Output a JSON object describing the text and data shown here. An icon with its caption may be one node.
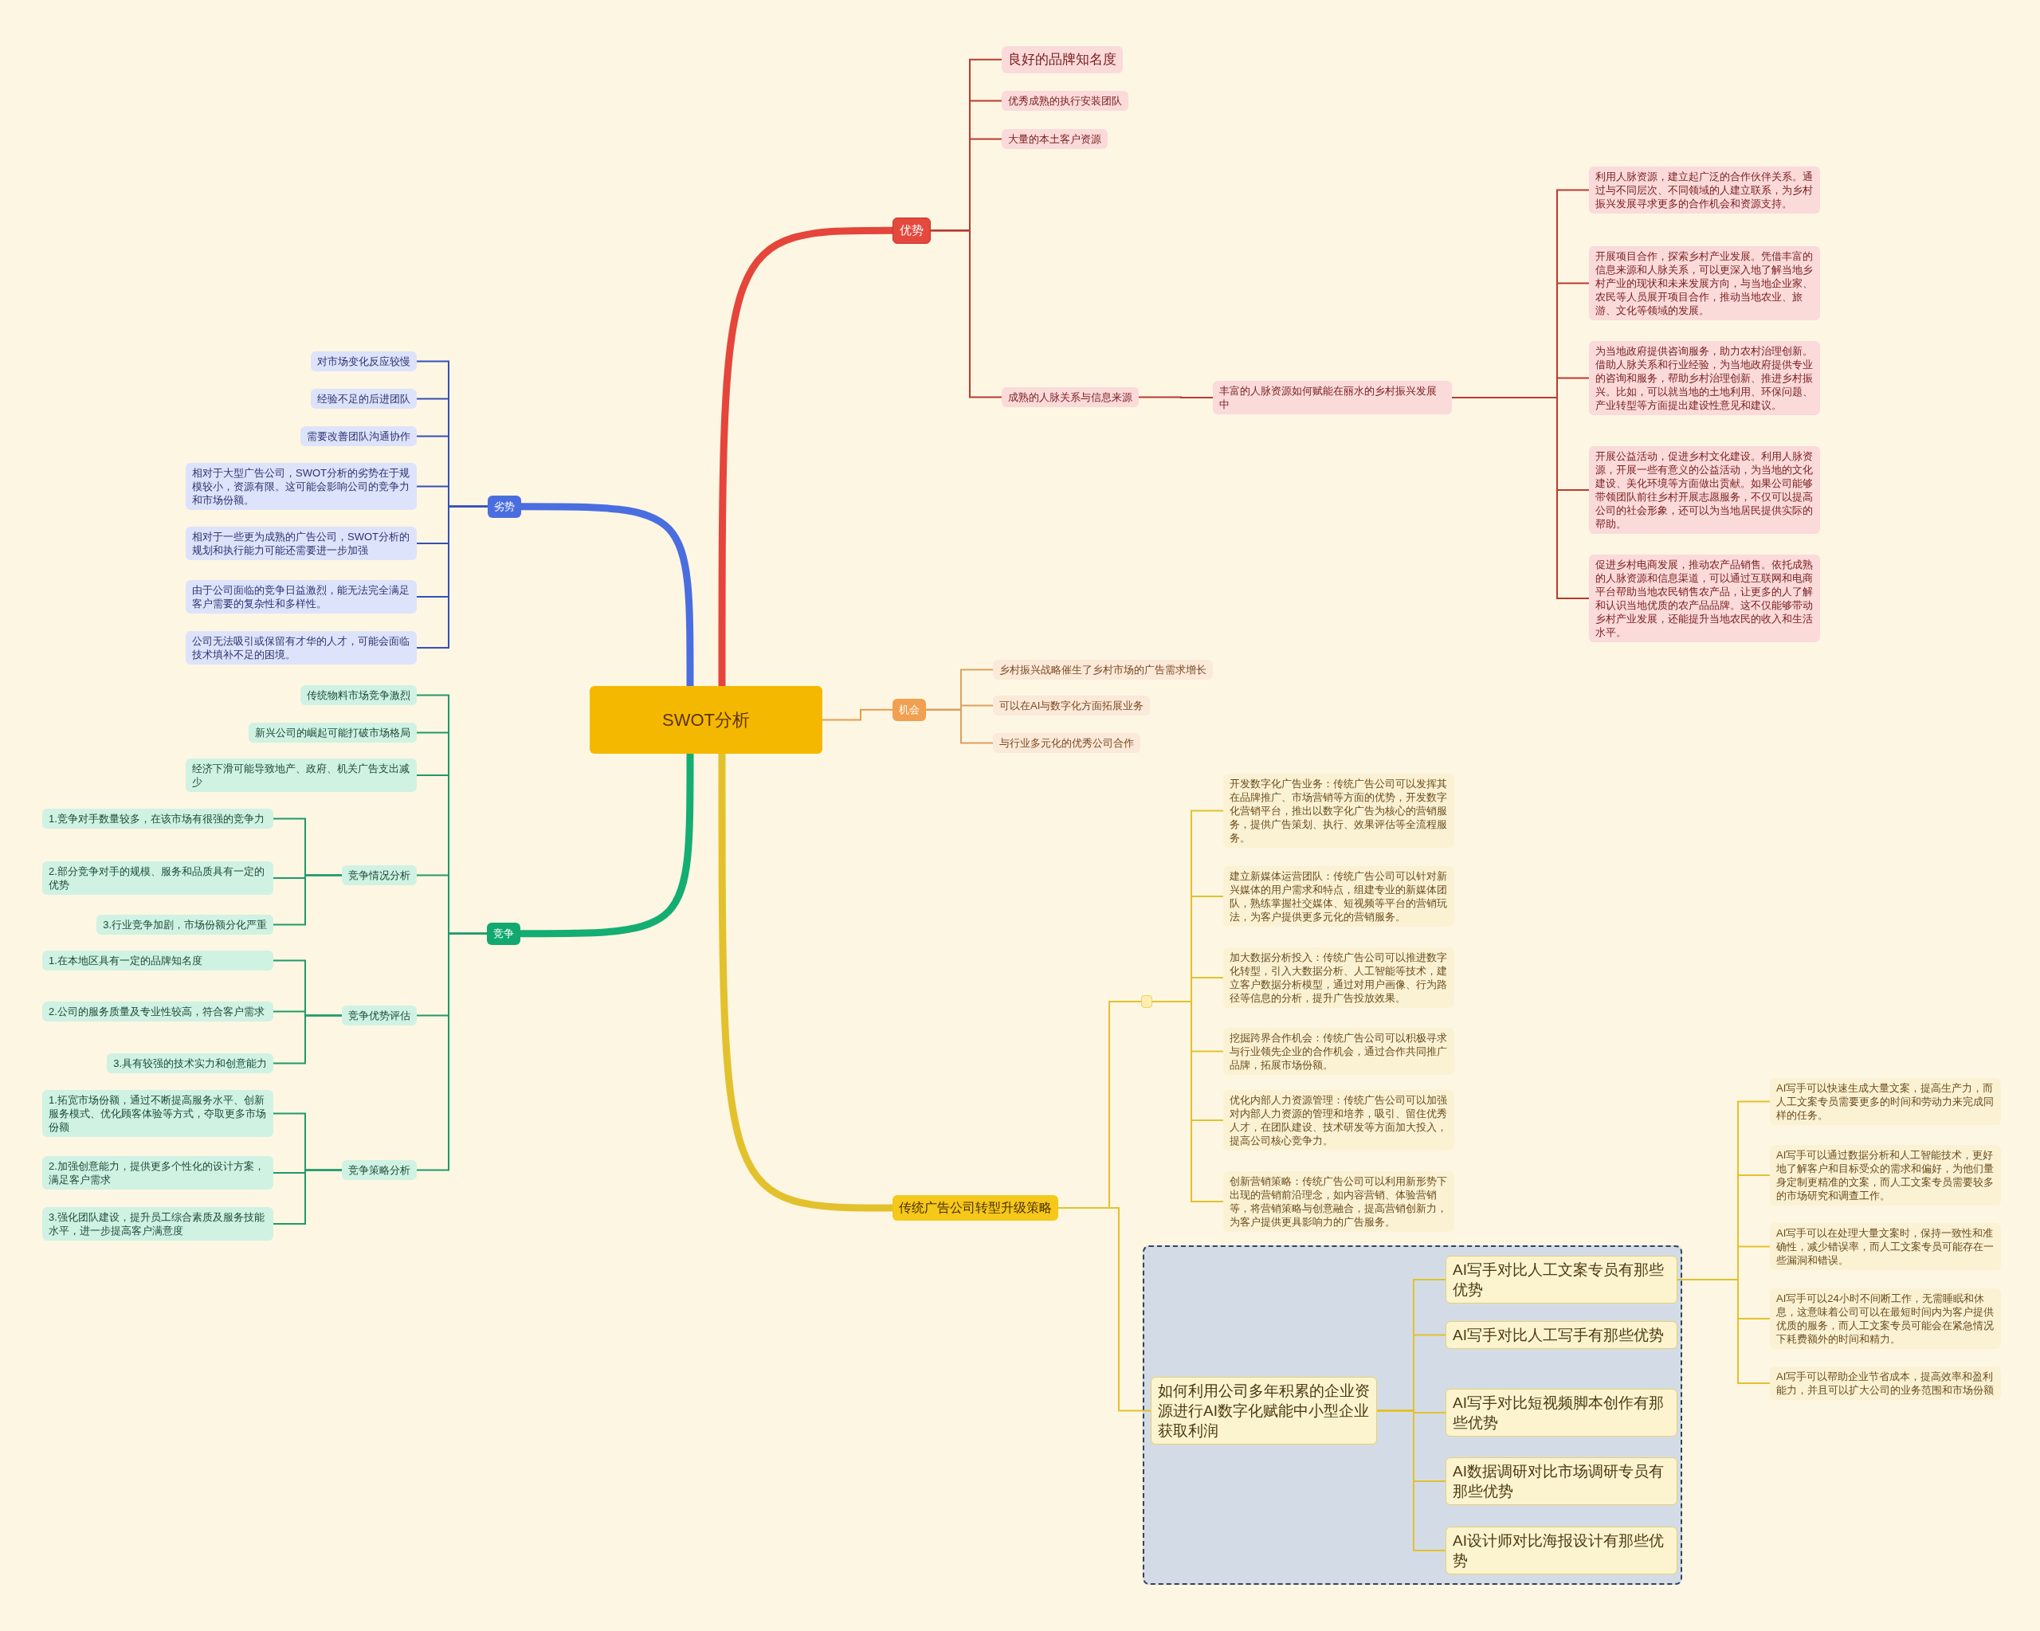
{
  "diagram": {
    "nodes": [
      {
        "text": [
          "SWOT分析"
        ]
      },
      {
        "text": [
          "优势"
        ]
      },
      {
        "text": [
          "良好的品牌知名度"
        ]
      },
      {
        "text": [
          "优秀成熟的执行安装团队"
        ]
      },
      {
        "text": [
          "大量的本土客户资源"
        ]
      },
      {
        "text": [
          "成熟的人脉关系与信息来源"
        ]
      },
      {
        "text": [
          "丰富的人脉资源如何赋能在丽水的乡村振兴发展中"
        ]
      },
      {
        "text": [
          "利用人脉资源，建立起广泛的合作伙伴关系。通过与不同层次、不同领域的人建立联系，为乡村振兴发展寻求更多的合作机会和资源支持。"
        ]
      },
      {
        "text": [
          "开展项目合作，探索乡村产业发展。凭借丰富的信息来源和人脉关系，可以更深入地了解当地乡村产业的现状和未来发展方向，与当地企业家、农民等人员展开项目合作，推动当地农业、旅游、文化等领域的发展。"
        ]
      },
      {
        "text": [
          "为当地政府提供咨询服务，助力农村治理创新。借助人脉关系和行业经验，为当地政府提供专业的咨询和服务，帮助乡村治理创新、推进乡村振兴。比如，可以就当地的土地利用、环保问题、产业转型等方面提出建设性意见和建议。"
        ]
      },
      {
        "text": [
          "开展公益活动，促进乡村文化建设。利用人脉资源，开展一些有意义的公益活动，为当地的文化建设、美化环境等方面做出贡献。如果公司能够带领团队前往乡村开展志愿服务，不仅可以提高公司的社会形象，还可以为当地居民提供实际的帮助。"
        ]
      },
      {
        "text": [
          "促进乡村电商发展，推动农产品销售。依托成熟的人脉资源和信息渠道，可以通过互联网和电商平台帮助当地农民销售农产品，让更多的人了解和认识当地优质的农产品品牌。这不仅能够带动乡村产业发展，还能提升当地农民的收入和生活水平。"
        ]
      },
      {
        "text": [
          "劣势"
        ]
      },
      {
        "text": [
          "对市场变化反应较慢"
        ]
      },
      {
        "text": [
          "经验不足的后进团队"
        ]
      },
      {
        "text": [
          "需要改善团队沟通协作"
        ]
      },
      {
        "text": [
          "相对于大型广告公司，SWOT分析的劣势在于规模较小，资源有限。这可能会影响公司的竞争力和市场份额。"
        ]
      },
      {
        "text": [
          "相对于一些更为成熟的广告公司，SWOT分析的规划和执行能力可能还需要进一步加强"
        ]
      },
      {
        "text": [
          "由于公司面临的竞争日益激烈，能无法完全满足客户需要的复杂性和多样性。"
        ]
      },
      {
        "text": [
          "公司无法吸引或保留有才华的人才，可能会面临技术填补不足的困境。"
        ]
      },
      {
        "text": [
          "机会"
        ]
      },
      {
        "text": [
          "乡村振兴战略催生了乡村市场的广告需求增长"
        ]
      },
      {
        "text": [
          "可以在AI与数字化方面拓展业务"
        ]
      },
      {
        "text": [
          "与行业多元化的优秀公司合作"
        ]
      },
      {
        "text": [
          "竞争"
        ]
      },
      {
        "text": [
          "传统物料市场竞争激烈"
        ]
      },
      {
        "text": [
          "新兴公司的崛起可能打破市场格局"
        ]
      },
      {
        "text": [
          "经济下滑可能导致地产、政府、机关广告支出减少"
        ]
      },
      {
        "text": [
          "竞争情况分析"
        ]
      },
      {
        "text": [
          "1.竞争对手数量较多，在该市场有很强的竞争力"
        ]
      },
      {
        "text": [
          "2.部分竞争对手的规模、服务和品质具有一定的优势"
        ]
      },
      {
        "text": [
          "3.行业竞争加剧，市场份额分化严重"
        ]
      },
      {
        "text": [
          "竞争优势评估"
        ]
      },
      {
        "text": [
          "1.在本地区具有一定的品牌知名度"
        ]
      },
      {
        "text": [
          "2.公司的服务质量及专业性较高，符合客户需求"
        ]
      },
      {
        "text": [
          "3.具有较强的技术实力和创意能力"
        ]
      },
      {
        "text": [
          "竞争策略分析"
        ]
      },
      {
        "text": [
          "1.拓宽市场份额，通过不断提高服务水平、创新服务模式、优化顾客体验等方式，夺取更多市场份额"
        ]
      },
      {
        "text": [
          "2.加强创意能力，提供更多个性化的设计方案，满足客户需求"
        ]
      },
      {
        "text": [
          "3.强化团队建设，提升员工综合素质及服务技能水平，进一步提高客户满意度"
        ]
      },
      {
        "text": [
          "传统广告公司转型升级策略"
        ]
      },
      {
        "text": [],
        "shape": "box"
      },
      {
        "text": [
          "开发数字化广告业务：传统广告公司可以发挥其在品牌推广、市场营销等方面的优势，开发数字化营销平台，推出以数字化广告为核心的营销服务，提供广告策划、执行、效果评估等全流程服务。"
        ]
      },
      {
        "text": [
          "建立新媒体运营团队：传统广告公司可以针对新兴媒体的用户需求和特点，组建专业的新媒体团队，熟练掌握社交媒体、短视频等平台的营销玩法，为客户提供更多元化的营销服务。"
        ]
      },
      {
        "text": [
          "加大数据分析投入：传统广告公司可以推进数字化转型，引入大数据分析、人工智能等技术，建立客户数据分析模型，通过对用户画像、行为路径等信息的分析，提升广告投放效果。"
        ]
      },
      {
        "text": [
          "挖掘跨界合作机会：传统广告公司可以积极寻求与行业领先企业的合作机会，通过合作共同推广品牌，拓展市场份额。"
        ]
      },
      {
        "text": [
          "优化内部人力资源管理：传统广告公司可以加强对内部人力资源的管理和培养，吸引、留住优秀人才，在团队建设、技术研发等方面加大投入，提高公司核心竞争力。"
        ]
      },
      {
        "text": [
          "创新营销策略：传统广告公司可以利用新形势下出现的营销前沿理念，如内容营销、体验营销等，将营销策略与创意融合，提高营销创新力，为客户提供更具影响力的广告服务。"
        ]
      },
      {
        "text": [],
        "shape": "box"
      },
      {
        "text": [
          "如何利用公司多年积累的企业资源进行AI数字化赋能中小型企业获取利润"
        ],
        "in": 48
      },
      {
        "text": [
          "AI写手对比人工文案专员有那些优势"
        ],
        "in": 48
      },
      {
        "text": [
          "AI写手对比人工写手有那些优势"
        ],
        "in": 48
      },
      {
        "text": [
          "AI写手对比短视频脚本创作有那些优势"
        ],
        "in": 48
      },
      {
        "text": [
          "AI数据调研对比市场调研专员有那些优势"
        ],
        "in": 48
      },
      {
        "text": [
          "AI设计师对比海报设计有那些优势"
        ],
        "in": 48
      },
      {
        "text": [
          "AI写手可以快速生成大量文案，提高生产力，而人工文案专员需要更多的时间和劳动力来完成同样的任务。"
        ]
      },
      {
        "text": [
          "AI写手可以通过数据分析和人工智能技术，更好地了解客户和目标受众的需求和偏好，为他们量身定制更精准的文案，而人工文案专员需要较多的市场研究和调查工作。"
        ]
      },
      {
        "text": [
          "AI写手可以在处理大量文案时，保持一致性和准确性，减少错误率，而人工文案专员可能存在一些漏洞和错误。"
        ]
      },
      {
        "text": [
          "AI写手可以24小时不间断工作，无需睡眠和休息，这意味着公司可以在最短时间内为客户提供优质的服务，而人工文案专员可能会在紧急情况下耗费额外的时间和精力。"
        ]
      },
      {
        "text": [
          "AI写手可以帮助企业节省成本，提高效率和盈利能力，并且可以扩大公司的业务范围和市场份额"
        ]
      }
    ],
    "edges": [
      {
        "from": 0,
        "to": 1,
        "arrow": "none",
        "style": "thick",
        "color": "#e5453b"
      },
      {
        "from": 1,
        "to": 2,
        "arrow": "none",
        "color": "#b93a30"
      },
      {
        "from": 1,
        "to": 3,
        "arrow": "none",
        "color": "#b93a30"
      },
      {
        "from": 1,
        "to": 4,
        "arrow": "none",
        "color": "#b93a30"
      },
      {
        "from": 1,
        "to": 5,
        "arrow": "none",
        "color": "#b93a30"
      },
      {
        "from": 5,
        "to": 6,
        "arrow": "none",
        "color": "#b93a30"
      },
      {
        "from": 6,
        "to": 7,
        "arrow": "none",
        "color": "#b93a30"
      },
      {
        "from": 6,
        "to": 8,
        "arrow": "none",
        "color": "#b93a30"
      },
      {
        "from": 6,
        "to": 9,
        "arrow": "none",
        "color": "#b93a30"
      },
      {
        "from": 6,
        "to": 10,
        "arrow": "none",
        "color": "#b93a30"
      },
      {
        "from": 6,
        "to": 11,
        "arrow": "none",
        "color": "#b93a30"
      },
      {
        "from": 0,
        "to": 12,
        "arrow": "none",
        "style": "thick",
        "color": "#4a6ee0"
      },
      {
        "from": 12,
        "to": 13,
        "arrow": "none",
        "color": "#3550b8"
      },
      {
        "from": 12,
        "to": 14,
        "arrow": "none",
        "color": "#3550b8"
      },
      {
        "from": 12,
        "to": 15,
        "arrow": "none",
        "color": "#3550b8"
      },
      {
        "from": 12,
        "to": 16,
        "arrow": "none",
        "color": "#3550b8"
      },
      {
        "from": 12,
        "to": 17,
        "arrow": "none",
        "color": "#3550b8"
      },
      {
        "from": 12,
        "to": 18,
        "arrow": "none",
        "color": "#3550b8"
      },
      {
        "from": 12,
        "to": 19,
        "arrow": "none",
        "color": "#3550b8"
      },
      {
        "from": 0,
        "to": 20,
        "arrow": "none",
        "color": "#e89a4a"
      },
      {
        "from": 20,
        "to": 21,
        "arrow": "none",
        "color": "#dca060"
      },
      {
        "from": 20,
        "to": 22,
        "arrow": "none",
        "color": "#dca060"
      },
      {
        "from": 20,
        "to": 23,
        "arrow": "none",
        "color": "#dca060"
      },
      {
        "from": 0,
        "to": 24,
        "arrow": "none",
        "style": "thick",
        "color": "#14ad72"
      },
      {
        "from": 24,
        "to": 25,
        "arrow": "none",
        "color": "#1e9a6a"
      },
      {
        "from": 24,
        "to": 26,
        "arrow": "none",
        "color": "#1e9a6a"
      },
      {
        "from": 24,
        "to": 27,
        "arrow": "none",
        "color": "#1e9a6a"
      },
      {
        "from": 24,
        "to": 28,
        "arrow": "none",
        "color": "#1e9a6a"
      },
      {
        "from": 24,
        "to": 32,
        "arrow": "none",
        "color": "#1e9a6a"
      },
      {
        "from": 24,
        "to": 36,
        "arrow": "none",
        "color": "#1e9a6a"
      },
      {
        "from": 28,
        "to": 29,
        "arrow": "none",
        "color": "#1e9a6a"
      },
      {
        "from": 28,
        "to": 30,
        "arrow": "none",
        "color": "#1e9a6a"
      },
      {
        "from": 28,
        "to": 31,
        "arrow": "none",
        "color": "#1e9a6a"
      },
      {
        "from": 32,
        "to": 33,
        "arrow": "none",
        "color": "#1e9a6a"
      },
      {
        "from": 32,
        "to": 34,
        "arrow": "none",
        "color": "#1e9a6a"
      },
      {
        "from": 32,
        "to": 35,
        "arrow": "none",
        "color": "#1e9a6a"
      },
      {
        "from": 36,
        "to": 37,
        "arrow": "none",
        "color": "#1e9a6a"
      },
      {
        "from": 36,
        "to": 38,
        "arrow": "none",
        "color": "#1e9a6a"
      },
      {
        "from": 36,
        "to": 39,
        "arrow": "none",
        "color": "#1e9a6a"
      },
      {
        "from": 0,
        "to": 40,
        "arrow": "none",
        "style": "thick"
      },
      {
        "from": 40,
        "to": 41,
        "arrow": "none"
      },
      {
        "from": 41,
        "to": 42,
        "arrow": "none"
      },
      {
        "from": 41,
        "to": 43,
        "arrow": "none"
      },
      {
        "from": 41,
        "to": 44,
        "arrow": "none"
      },
      {
        "from": 41,
        "to": 45,
        "arrow": "none"
      },
      {
        "from": 41,
        "to": 46,
        "arrow": "none"
      },
      {
        "from": 41,
        "to": 47,
        "arrow": "none"
      },
      {
        "from": 40,
        "to": 49,
        "arrow": "none"
      },
      {
        "from": 49,
        "to": 50,
        "arrow": "none"
      },
      {
        "from": 49,
        "to": 51,
        "arrow": "none"
      },
      {
        "from": 49,
        "to": 52,
        "arrow": "none"
      },
      {
        "from": 49,
        "to": 53,
        "arrow": "none"
      },
      {
        "from": 49,
        "to": 54,
        "arrow": "none"
      },
      {
        "from": 50,
        "to": 55,
        "arrow": "none"
      },
      {
        "from": 50,
        "to": 56,
        "arrow": "none"
      },
      {
        "from": 50,
        "to": 57,
        "arrow": "none"
      },
      {
        "from": 50,
        "to": 58,
        "arrow": "none"
      },
      {
        "from": 50,
        "to": 59,
        "arrow": "none"
      }
    ]
  }
}
